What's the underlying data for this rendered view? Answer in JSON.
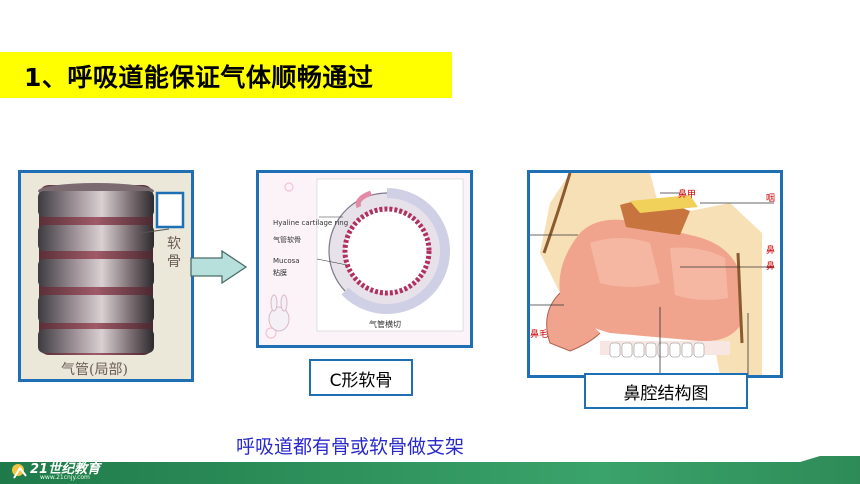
{
  "title": "1、呼吸道能保证气体顺畅通过",
  "panel_trachea": {
    "label_cartilage": "软骨",
    "caption": "气管(局部)"
  },
  "panel_cross": {
    "label_ring_en": "Hyaline cartilage ring",
    "label_ring_cn": "气管软骨",
    "label_mucosa_en": "Mucosa",
    "label_mucosa_cn": "粘膜",
    "caption": "气管横切"
  },
  "panel_nose": {
    "label_top": "鼻甲",
    "label_right_1": "咽",
    "label_right_2": "鼻",
    "label_right_3": "鼻",
    "label_left_bottom": "鼻毛"
  },
  "caption_c": "C形软骨",
  "caption_nose": "鼻腔结构图",
  "subtitle": "呼吸道都有骨或软骨做支架",
  "footer": {
    "brand": "21世纪教育",
    "url": "www.21cnjy.com"
  },
  "colors": {
    "title_bg": "#ffff00",
    "panel_border": "#1f6fb5",
    "subtitle": "#2a2acc",
    "footer": "#2e8b57"
  }
}
